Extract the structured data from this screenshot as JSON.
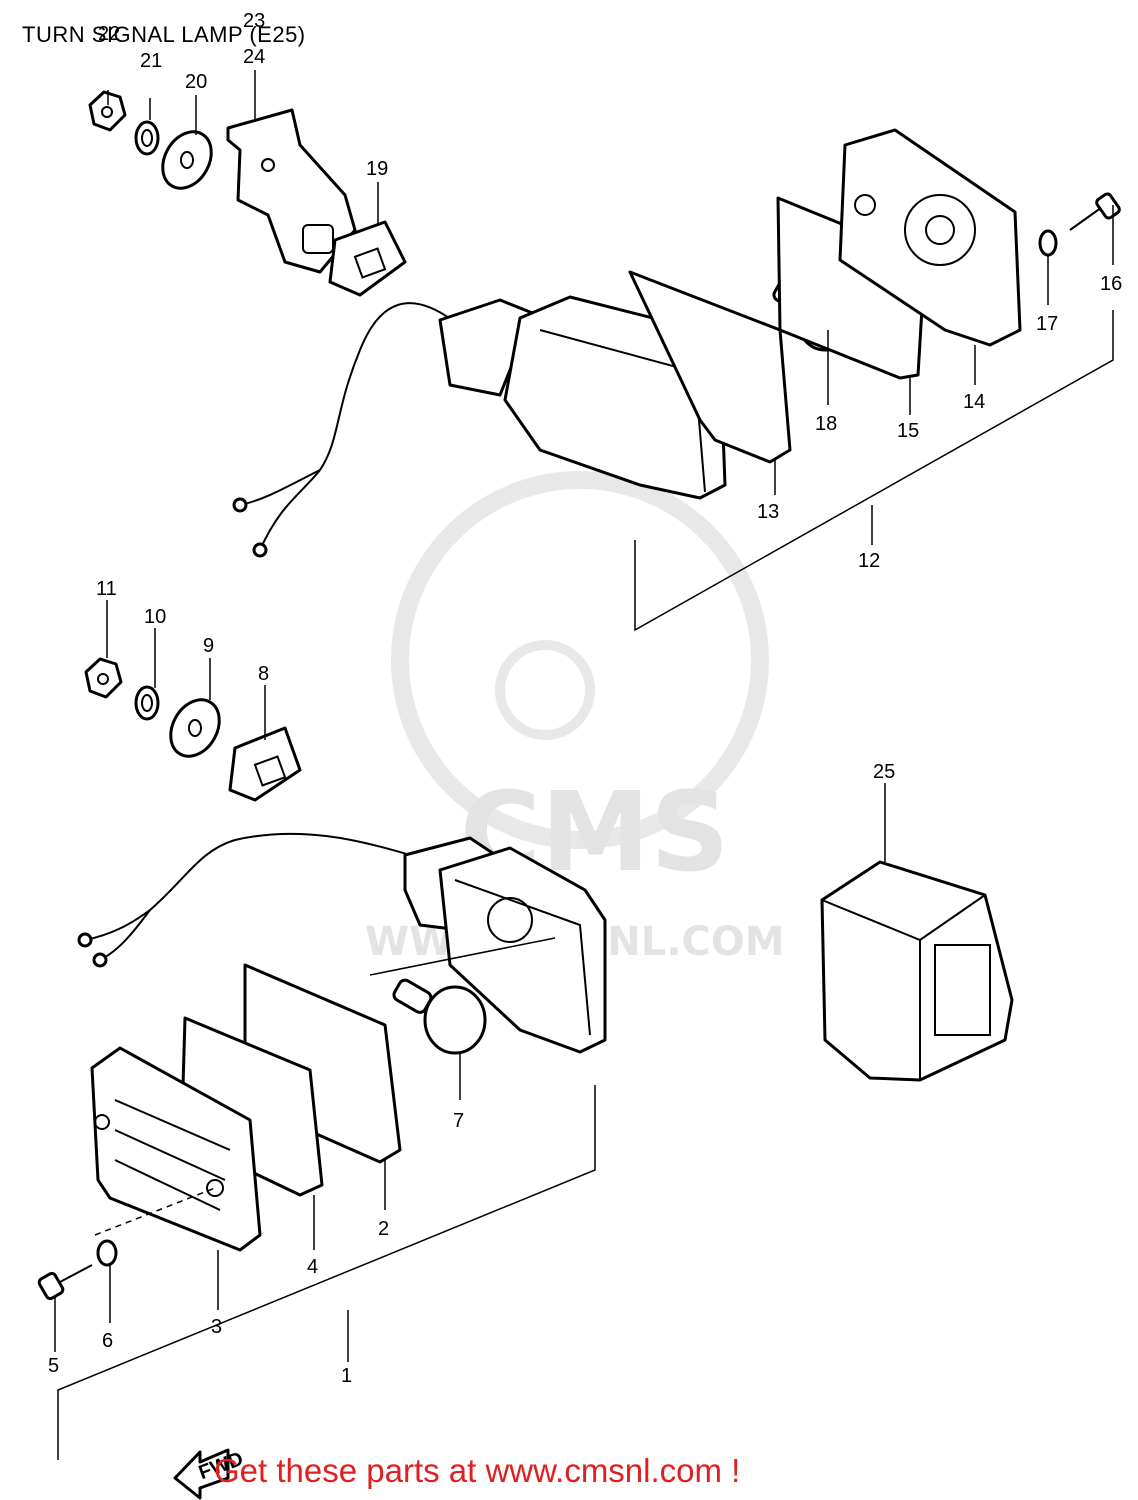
{
  "header": {
    "title": "TURN SIGNAL LAMP (E25)"
  },
  "footer": {
    "promo_text": "Get these parts at www.cmsnl.com !"
  },
  "watermark": {
    "brand": "CMS",
    "site": "WWW.CMSNL.COM"
  },
  "fwd_marker": {
    "label": "FWD"
  },
  "callouts": {
    "c1": "1",
    "c2": "2",
    "c3": "3",
    "c4": "4",
    "c5": "5",
    "c6": "6",
    "c7": "7",
    "c8": "8",
    "c9": "9",
    "c10": "10",
    "c11": "11",
    "c12": "12",
    "c13": "13",
    "c14": "14",
    "c15": "15",
    "c16": "16",
    "c17": "17",
    "c18": "18",
    "c19": "19",
    "c20": "20",
    "c21": "21",
    "c22": "22",
    "c23": "23",
    "c24": "24",
    "c25": "25"
  },
  "colors": {
    "promo_text": "#e02020",
    "watermark": "#e3e3e3",
    "line_art": "#000000"
  }
}
